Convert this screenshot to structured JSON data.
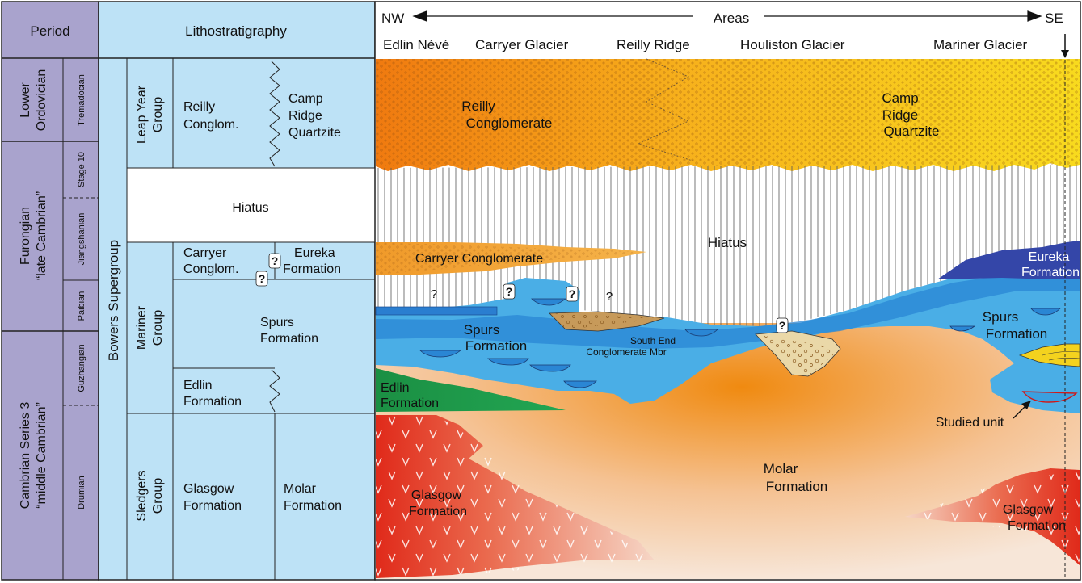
{
  "colors": {
    "period_fill": "#a9a3cd",
    "litho_fill": "#bde2f6",
    "hiatus_fill": "#ffffff",
    "stroke": "#222222",
    "spurs_blue": "#3fa6e6",
    "spurs_deep": "#1e78c8",
    "eureka_blue": "#2e43a5",
    "edlin_green": "#1f9a4a",
    "carryer_orange": "#f2a233",
    "top_orange": "#f07a10",
    "top_yellow": "#f8d61a",
    "molar_center": "#f08a10",
    "molar_edge": "#f7dcc4",
    "glasgow_red": "#e02a1a",
    "glasgow_pale": "#f3c9b3",
    "conglom_tan": "#d6b27a"
  },
  "headers": {
    "period": "Period",
    "lithostratigraphy": "Lithostratigraphy",
    "areas": "Areas",
    "nw": "NW",
    "se": "SE",
    "area_names": [
      "Edlin Névé",
      "Carryer Glacier",
      "Reilly Ridge",
      "Houliston Glacier",
      "Mariner Glacier"
    ]
  },
  "periods": {
    "series": [
      {
        "line1": "Lower",
        "line2": "Ordovician"
      },
      {
        "line1": "Furongian",
        "line2": "“late Cambrian”"
      },
      {
        "line1": "Cambrian Series 3",
        "line2": "“middle Cambrian”"
      }
    ],
    "stages": [
      "Tremadocian",
      "Stage 10",
      "Jiangshanian",
      "Paibian",
      "Guzhangian",
      "Drumian"
    ]
  },
  "litho": {
    "supergroup": "Bowers Supergroup",
    "groups": [
      {
        "line1": "Leap Year",
        "line2": "Group"
      },
      {
        "line1": "Mariner",
        "line2": "Group"
      },
      {
        "line1": "Sledgers",
        "line2": "Group"
      }
    ],
    "hiatus": "Hiatus",
    "units": {
      "reilly": [
        "Reilly",
        "Conglom."
      ],
      "camp": [
        "Camp",
        "Ridge",
        "Quartzite"
      ],
      "carryer": [
        "Carryer",
        "Conglom."
      ],
      "eureka": [
        "Eureka",
        "Formation"
      ],
      "spurs": [
        "Spurs",
        "Formation"
      ],
      "edlin": [
        "Edlin",
        "Formation"
      ],
      "glasgow": [
        "Glasgow",
        "Formation"
      ],
      "molar": [
        "Molar",
        "Formation"
      ]
    },
    "question_mark": "?"
  },
  "section": {
    "reilly": [
      "Reilly",
      "Conglomerate"
    ],
    "camp": [
      "Camp",
      "Ridge",
      "Quartzite"
    ],
    "hiatus": "Hiatus",
    "carryer": "Carryer Conglomerate",
    "eureka": [
      "Eureka",
      "Formation"
    ],
    "spurs_left": [
      "Spurs",
      "Formation"
    ],
    "spurs_right": [
      "Spurs",
      "Formation"
    ],
    "south_end": [
      "South End",
      "Conglomerate Mbr"
    ],
    "edlin": [
      "Edlin",
      "Formation"
    ],
    "molar": [
      "Molar",
      "Formation"
    ],
    "glasgow_left": [
      "Glasgow",
      "Formation"
    ],
    "glasgow_right": [
      "Glasgow",
      "Formation"
    ],
    "studied_unit": "Studied unit",
    "question_mark": "?"
  }
}
